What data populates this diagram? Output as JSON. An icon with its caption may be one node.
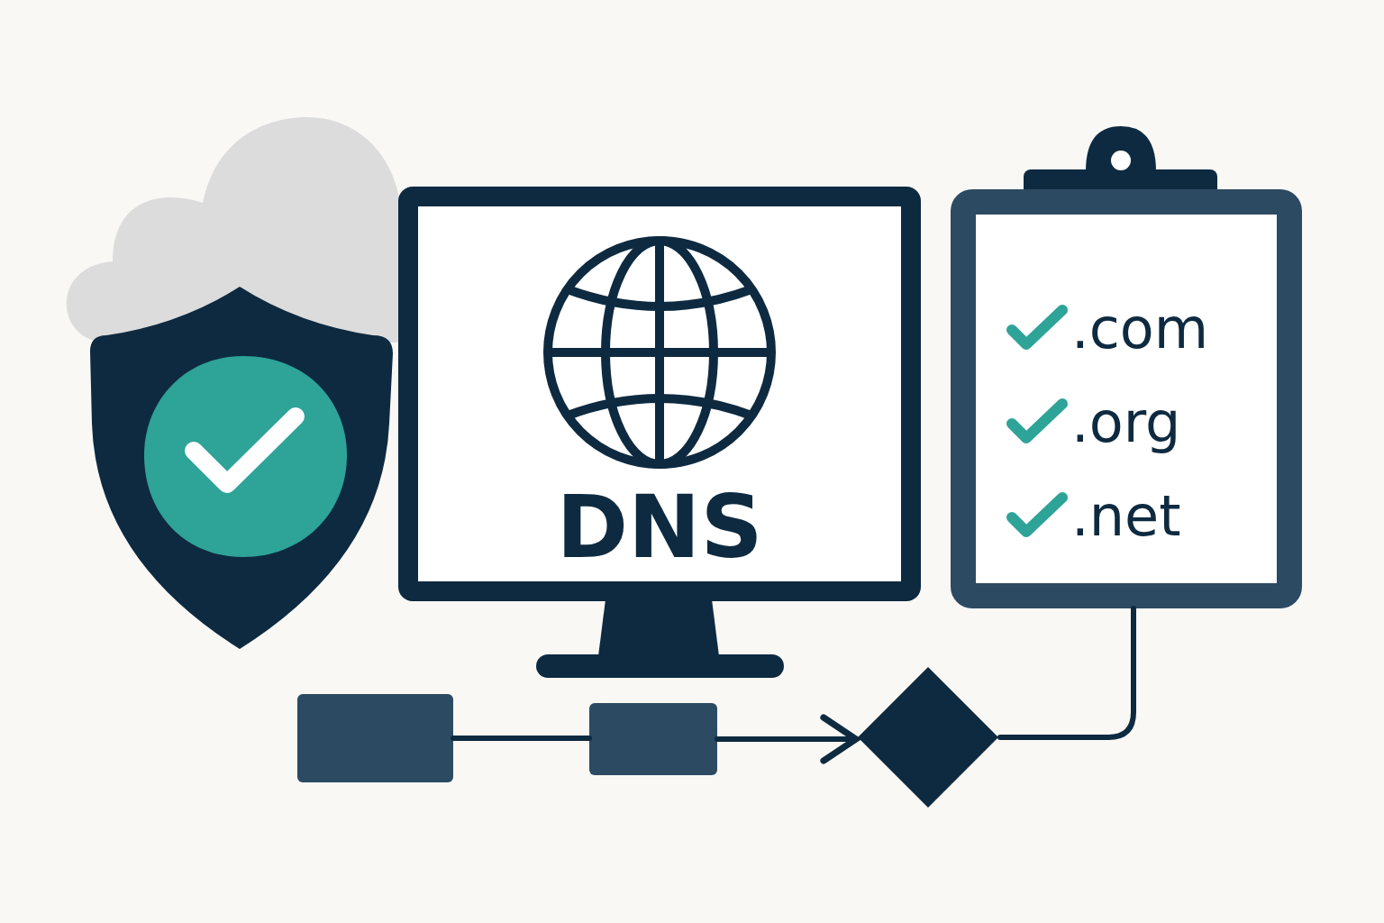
{
  "diagram": {
    "nodes": [
      {
        "text": [
          "DNS"
        ]
      },
      {
        "text": [
          ".com",
          ".org",
          ".net"
        ]
      },
      {
        "text": [],
        "shape": "box"
      },
      {
        "text": [],
        "shape": "box"
      },
      {
        "text": [],
        "shape": "diamond"
      }
    ],
    "edges": [
      {
        "from": 2,
        "to": 3,
        "arrow": "none"
      },
      {
        "from": 3,
        "to": 4,
        "arrow": "to"
      },
      {
        "from": 4,
        "to": 1,
        "arrow": "none"
      }
    ]
  }
}
